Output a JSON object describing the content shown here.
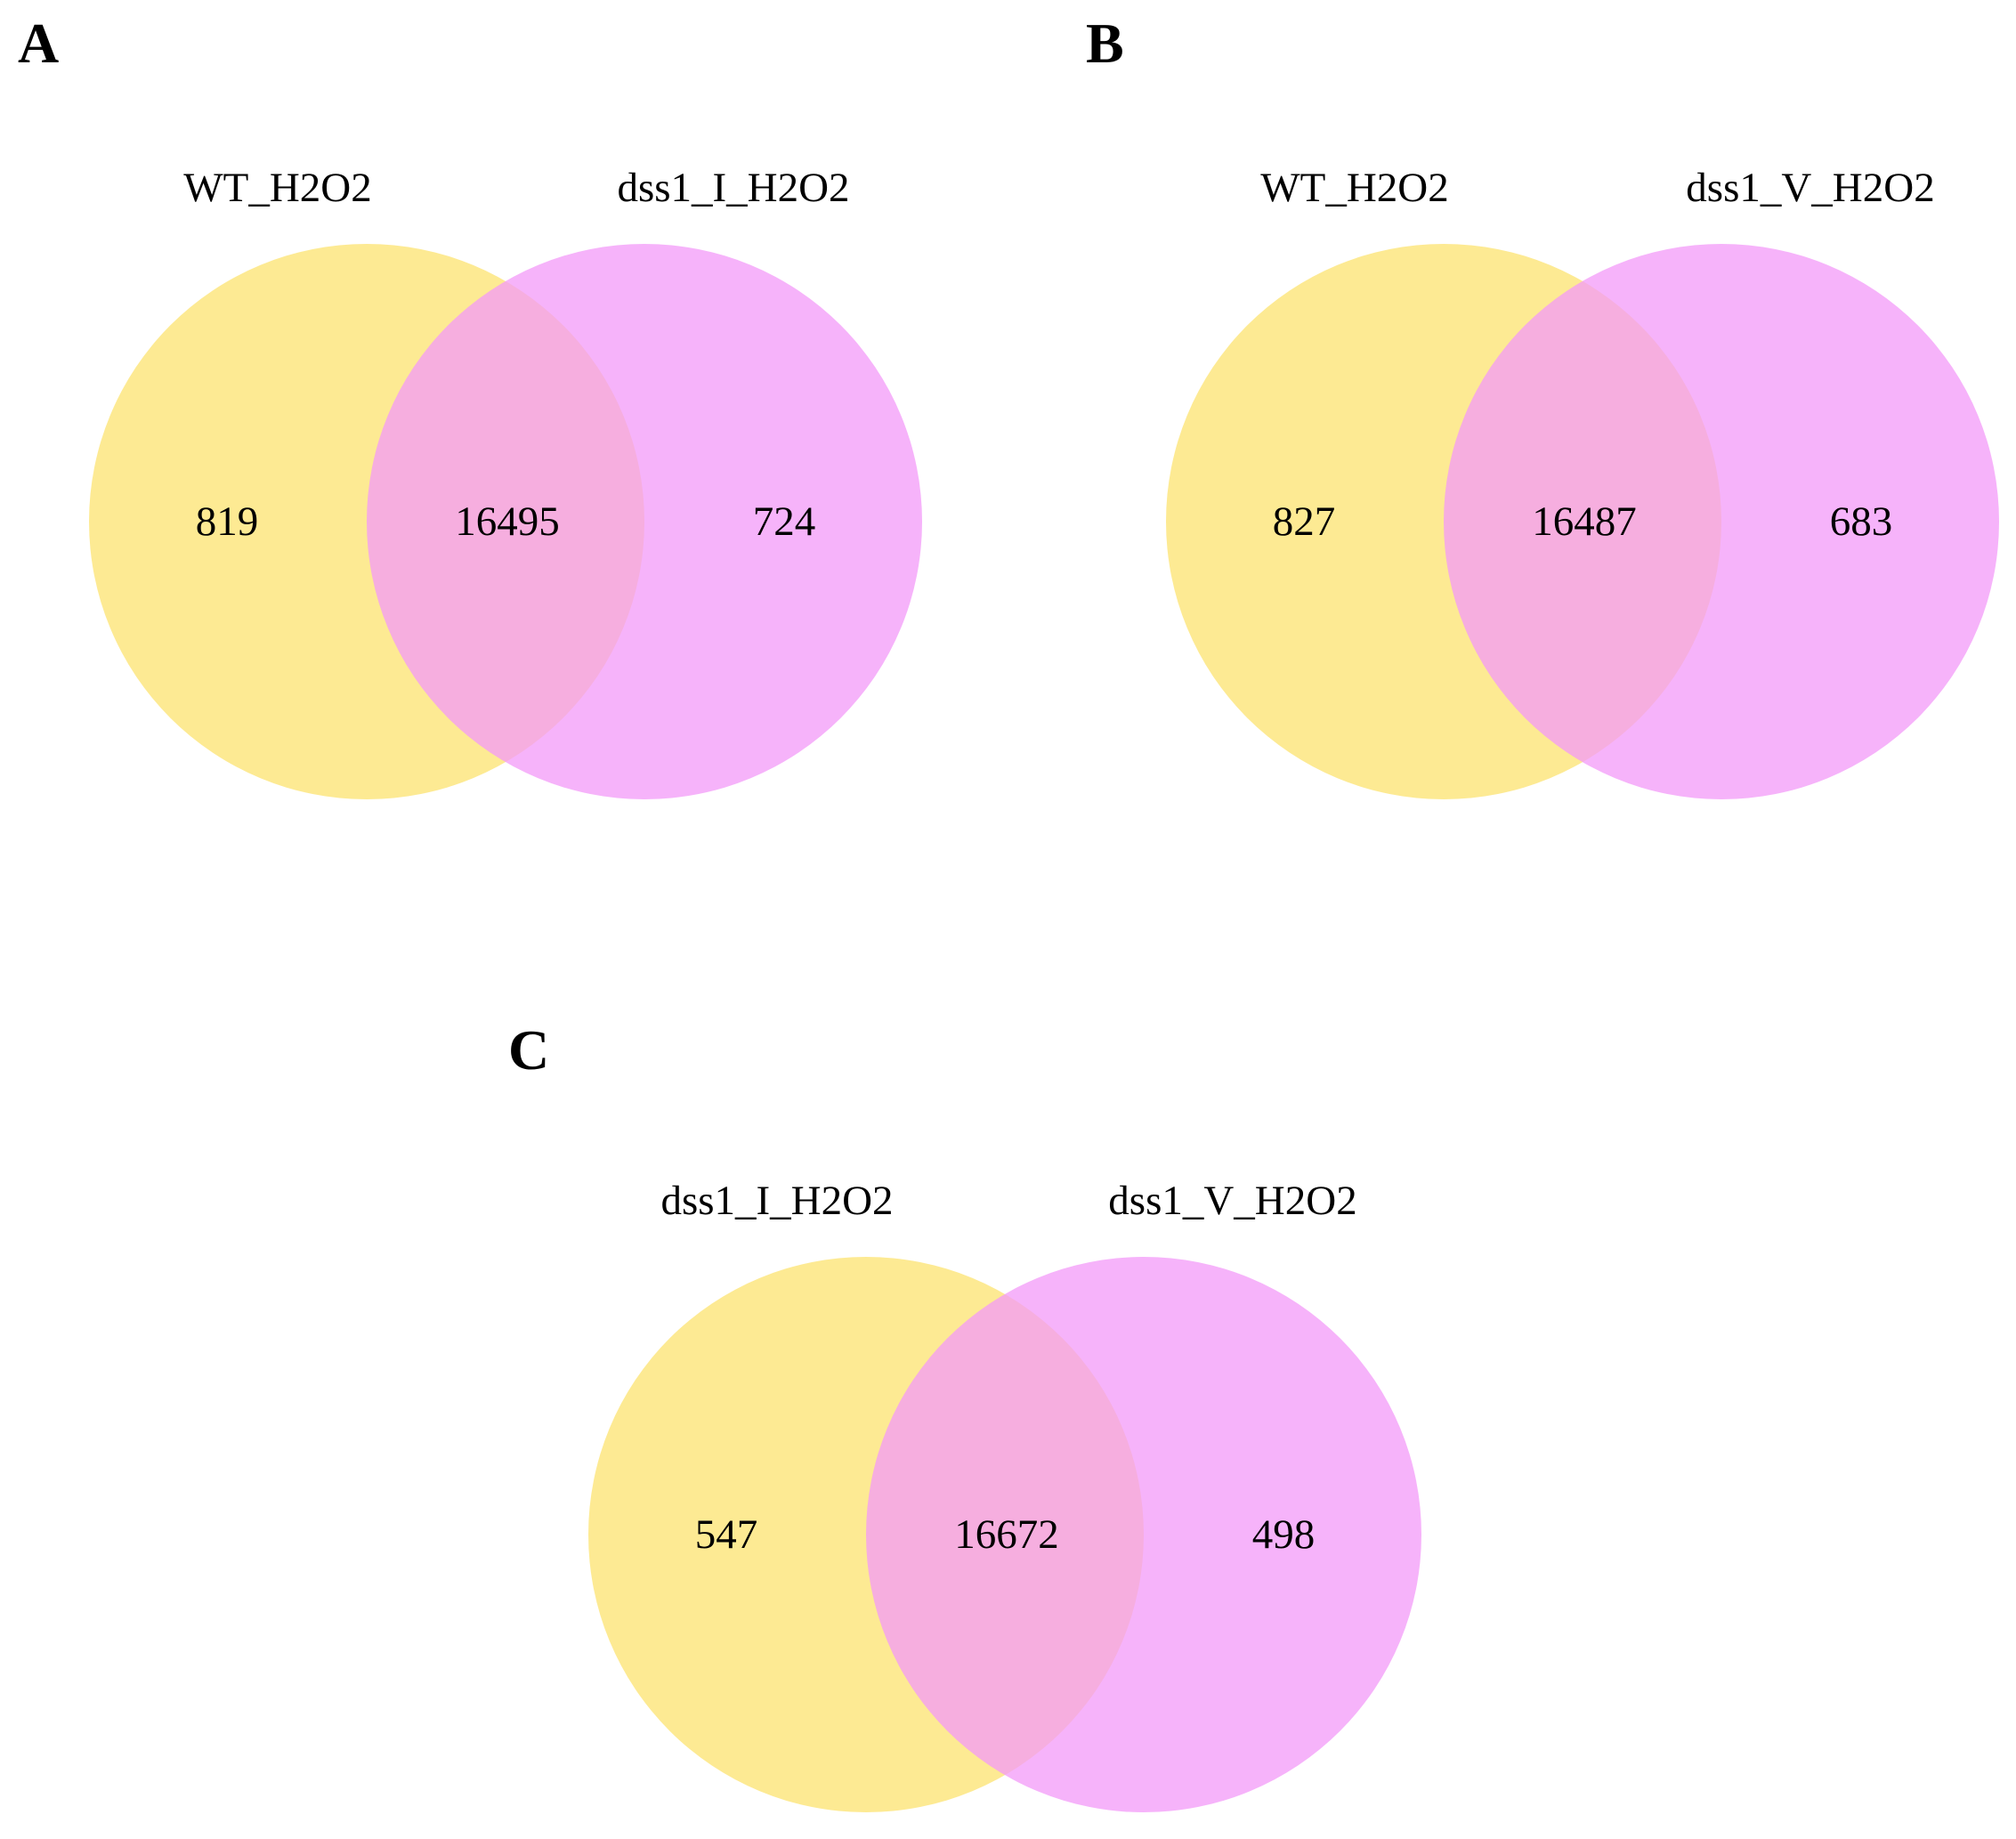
{
  "colors": {
    "left_circle": "#fde88a",
    "right_circle": "#f39af8",
    "background": "#ffffff",
    "text": "#000000"
  },
  "panels": [
    {
      "letter": "A",
      "left_label": "WT_H2O2",
      "right_label": "dss1_I_H2O2",
      "left_only": "819",
      "both": "16495",
      "right_only": "724"
    },
    {
      "letter": "B",
      "left_label": "WT_H2O2",
      "right_label": "dss1_V_H2O2",
      "left_only": "827",
      "both": "16487",
      "right_only": "683"
    },
    {
      "letter": "C",
      "left_label": "dss1_I_H2O2",
      "right_label": "dss1_V_H2O2",
      "left_only": "547",
      "both": "16672",
      "right_only": "498"
    }
  ]
}
